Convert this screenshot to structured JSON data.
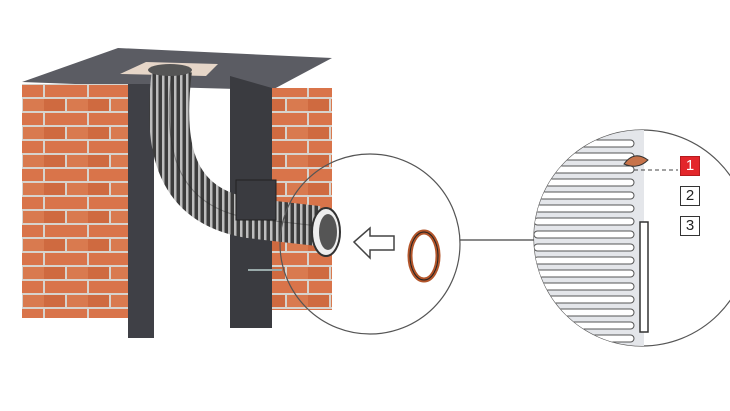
{
  "colors": {
    "brick": "#d9744a",
    "brick_dark": "#b95a35",
    "mortar": "#d7d3cd",
    "wall_dark": "#3a3b40",
    "wall_top": "#5b5c63",
    "hose_dark": "#3c3c3c",
    "hose_light": "#bdbdbd",
    "gasket": "#b3552a",
    "callout_active": "#e3262b"
  },
  "callouts": [
    {
      "label": "1",
      "active": true
    },
    {
      "label": "2",
      "active": false
    },
    {
      "label": "3",
      "active": false
    }
  ],
  "icons": [
    "arrow-left-icon",
    "gasket-ring-icon"
  ]
}
